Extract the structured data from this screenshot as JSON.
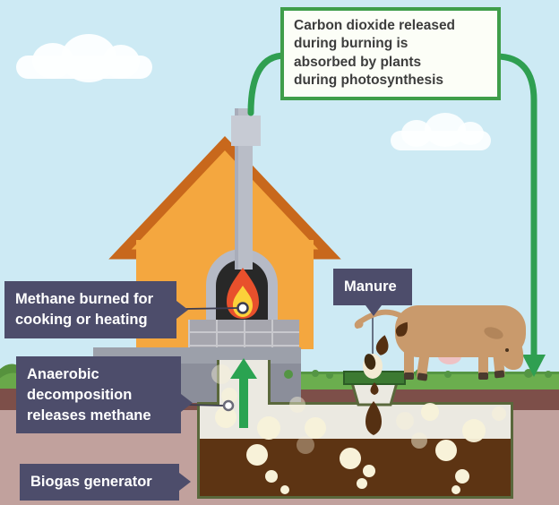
{
  "diagram": {
    "co2_box": {
      "text": "Carbon dioxide released\nduring burning is\nabsorbed by plants\nduring photosynthesis"
    },
    "labels": {
      "methane_burned": "Methane burned for\ncooking or heating",
      "anaerobic": "Anaerobic\ndecomposition\nreleases methane",
      "biogas_generator": "Biogas generator",
      "manure": "Manure"
    },
    "colors": {
      "sky": "#cdeaf4",
      "label_background": "#4d4d6b",
      "label_text": "#ffffff",
      "co2_box_border": "#3f9e4a",
      "co2_box_background": "#fcfef7",
      "arrow_green": "#2f9f51",
      "house_wall": "#f4a73f",
      "roof_edge": "#c8681c",
      "flame_outer": "#e8502c",
      "flame_inner": "#fcd13a",
      "grass": "#6bae4e",
      "soil_band": "#7d4f49",
      "subsoil": "#c1a19d",
      "tank_gas": "#ebe9e1",
      "tank_border": "#5a683c",
      "slurry": "#5d3413",
      "bubble": "#f8f2d9",
      "cow": "#c99a6c",
      "manure_brown": "#553012"
    }
  }
}
